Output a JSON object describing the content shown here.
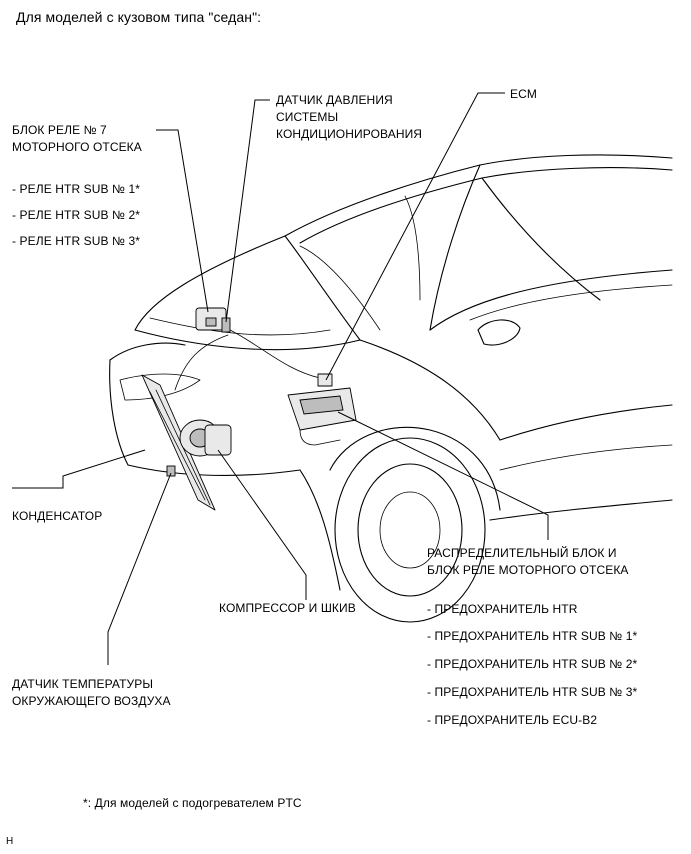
{
  "title": "Для моделей с кузовом типа \"седан\":",
  "labels": {
    "relay_block_line1": "БЛОК РЕЛЕ № 7",
    "relay_block_line2": "МОТОРНОГО ОТСЕКА",
    "relay_items": [
      "- РЕЛЕ HTR SUB № 1*",
      "- РЕЛЕ HTR SUB № 2*",
      "- РЕЛЕ HTR SUB № 3*"
    ],
    "ac_sensor_line1": "ДАТЧИК ДАВЛЕНИЯ",
    "ac_sensor_line2": "СИСТЕМЫ",
    "ac_sensor_line3": "КОНДИЦИОНИРОВАНИЯ",
    "ecm": "ECM",
    "condenser": "КОНДЕНСАТОР",
    "junction_line1": "РАСПРЕДЕЛИТЕЛЬНЫЙ БЛОК И",
    "junction_line2": "БЛОК РЕЛЕ МОТОРНОГО ОТСЕКА",
    "junction_items": [
      "- ПРЕДОХРАНИТЕЛЬ HTR",
      "- ПРЕДОХРАНИТЕЛЬ HTR SUB № 1*",
      "- ПРЕДОХРАНИТЕЛЬ HTR SUB № 2*",
      "- ПРЕДОХРАНИТЕЛЬ HTR SUB № 3*",
      "- ПРЕДОХРАНИТЕЛЬ ECU-B2"
    ],
    "compressor": "КОМПРЕССОР И ШКИВ",
    "ambient_line1": "ДАТЧИК ТЕМПЕРАТУРЫ",
    "ambient_line2": "ОКРУЖАЮЩЕГО ВОЗДУХА"
  },
  "footnote": "*: Для моделей с подогревателем PTC",
  "corner_mark": "H"
}
